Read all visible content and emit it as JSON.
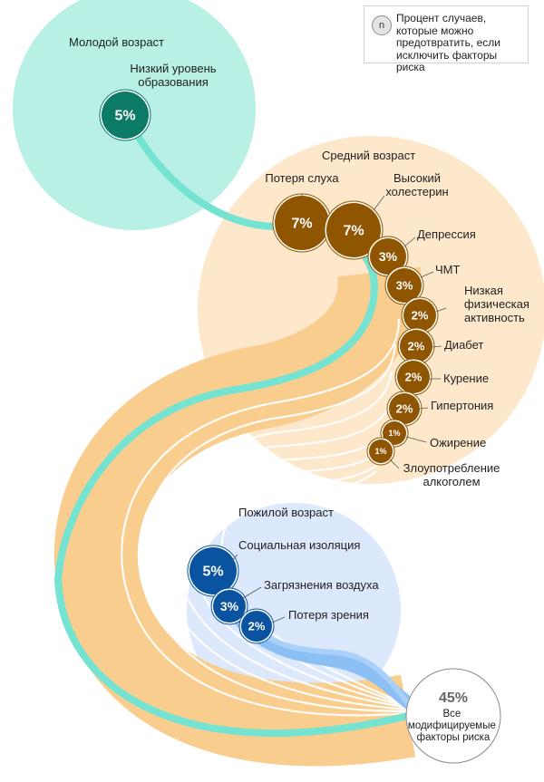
{
  "legend": {
    "symbol": "n",
    "text": "Процент случаев, которые можно предотвратить, если исключить факторы риска"
  },
  "stages": {
    "young": "Молодой возраст",
    "middle": "Средний возраст",
    "old": "Пожилой возраст"
  },
  "factors": [
    {
      "label": "Низкий уровень образования",
      "pct": "5%",
      "stage": "young"
    },
    {
      "label": "Потеря слуха",
      "pct": "7%",
      "stage": "middle"
    },
    {
      "label": "Высокий холестерин",
      "pct": "7%",
      "stage": "middle"
    },
    {
      "label": "Депрессия",
      "pct": "3%",
      "stage": "middle"
    },
    {
      "label": "ЧМТ",
      "pct": "3%",
      "stage": "middle"
    },
    {
      "label": "Низкая физическая активность",
      "pct": "2%",
      "stage": "middle"
    },
    {
      "label": "Диабет",
      "pct": "2%",
      "stage": "middle"
    },
    {
      "label": "Курение",
      "pct": "2%",
      "stage": "middle"
    },
    {
      "label": "Гипертония",
      "pct": "2%",
      "stage": "middle"
    },
    {
      "label": "Ожирение",
      "pct": "1%",
      "stage": "middle"
    },
    {
      "label": "Злоупотребление алкоголем",
      "pct": "1%",
      "stage": "middle"
    },
    {
      "label": "Социальная изоляция",
      "pct": "5%",
      "stage": "old"
    },
    {
      "label": "Загрязнения воздуха",
      "pct": "3%",
      "stage": "old"
    },
    {
      "label": "Потеря зрения",
      "pct": "2%",
      "stage": "old"
    }
  ],
  "total": {
    "pct": "45%",
    "label": "Все модифицируемые факторы риска"
  },
  "colors": {
    "young_bg": "#b8f0e6",
    "young_node": "#0b7a67",
    "young_flow": "#74e3d2",
    "middle_bg": "#fde8cc",
    "middle_node": "#8f5500",
    "middle_flow": "#f9cd8d",
    "old_bg": "#dce8fb",
    "old_node": "#0a53a0",
    "old_flow": "#8cc0f5",
    "total_pct": "#666666"
  }
}
